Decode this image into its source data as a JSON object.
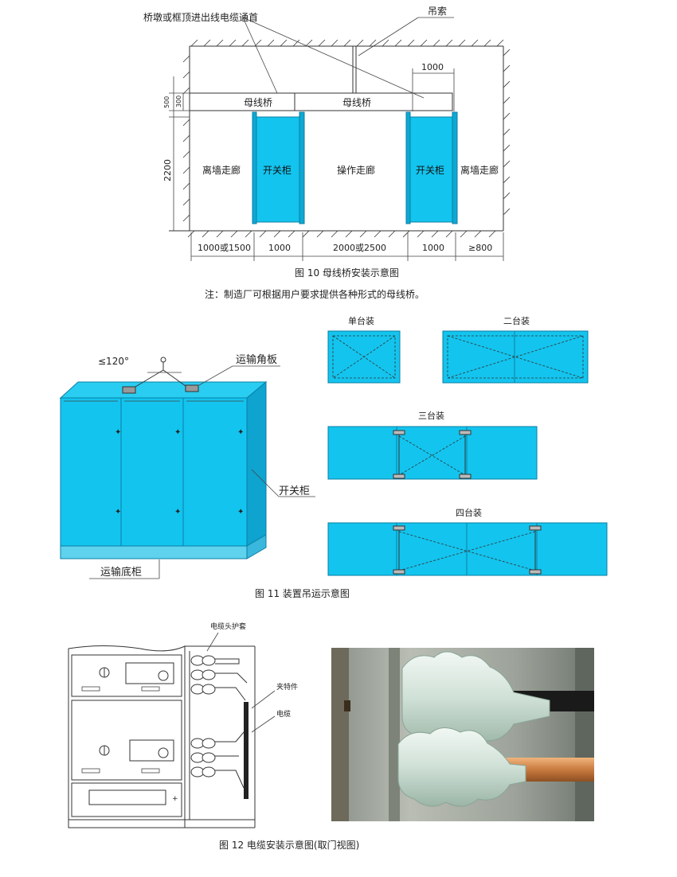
{
  "fig10": {
    "label_cable_channel": "桥墩或框顶进出线电缆通首",
    "label_sling": "吊索",
    "label_1000_top": "1000",
    "dim_500": "500",
    "dim_300": "300",
    "dim_2200": "2200",
    "bus_bridge_left": "母线桥",
    "bus_bridge_right": "母线桥",
    "corridor_left": "离墙走廊",
    "cabinet_left": "开关柜",
    "operation_corridor": "操作走廊",
    "cabinet_right": "开关柜",
    "corridor_right": "离墙走廊",
    "dims_bottom": [
      "1000或1500",
      "1000",
      "2000或2500",
      "1000",
      "≥800"
    ],
    "caption": "图 10  母线桥安装示意图",
    "note": "注：制造厂可根据用户要求提供各种形式的母线桥。"
  },
  "fig11": {
    "angle": "≤120°",
    "transport_plate": "运输角板",
    "switch_cabinet": "开关柜",
    "transport_base": "运输底柜",
    "single": "单台装",
    "double": "二台装",
    "triple": "三台装",
    "quad": "四台装",
    "caption": "图 11  装置吊运示意图"
  },
  "fig12": {
    "cable_head_sleeve": "电缆头护套",
    "clamp": "夹特件",
    "cable": "电缆",
    "caption": "图 12  电缆安装示意图(取门视图)"
  }
}
